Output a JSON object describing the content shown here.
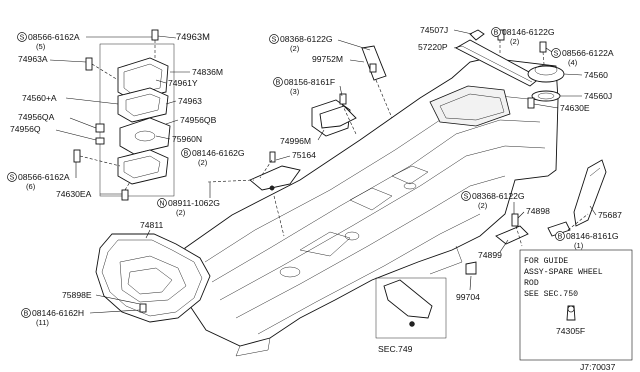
{
  "labels": {
    "p74963m": "74963M",
    "p08566_6162a_top": "08566-6162A",
    "p08566_6162a_top_qty": "(5)",
    "p74963a": "74963A",
    "p74836m": "74836M",
    "p74961y": "74961Y",
    "p74963": "74963",
    "p74560a": "74560+A",
    "p74956qa": "74956QA",
    "p74956q": "74956Q",
    "p74956qb": "74956QB",
    "p75960n": "75960N",
    "p08146_6162g_mid": "08146-6162G",
    "p08146_6162g_mid_qty": "(2)",
    "p08566_6162a_left": "08566-6162A",
    "p08566_6162a_left_qty": "(6)",
    "p74630ea": "74630EA",
    "p08911_1062g": "08911-1062G",
    "p08911_1062g_qty": "(2)",
    "p74811": "74811",
    "p75898e": "75898E",
    "p08146_6162h": "08146-6162H",
    "p08146_6162h_qty": "(11)",
    "p08368_6122g_top": "08368-6122G",
    "p08368_6122g_top_qty": "(2)",
    "p99752m": "99752M",
    "p08156_8161f": "08156-8161F",
    "p08156_8161f_qty": "(3)",
    "p74996m": "74996M",
    "p75164": "75164",
    "p74507j": "74507J",
    "p08146_6122g_top": "08146-6122G",
    "p08146_6122g_top_qty": "(2)",
    "p57220p": "57220P",
    "p08566_6122a": "08566-6122A",
    "p08566_6122a_qty": "(4)",
    "p74560": "74560",
    "p74560j": "74560J",
    "p74630e": "74630E",
    "p08368_6122g_right": "08368-6122G",
    "p08368_6122g_right_qty": "(2)",
    "p74898": "74898",
    "p75687": "75687",
    "p08146_8161g": "08146-8161G",
    "p08146_8161g_qty": "(1)",
    "p74899": "74899",
    "p99704": "99704",
    "sec749": "SEC.749",
    "p74305f": "74305F",
    "diagram_id": "J7:70037"
  },
  "symbols": {
    "screw": "S",
    "bolt": "B",
    "nut": "N"
  },
  "note": {
    "line1": "FOR GUIDE",
    "line2": "ASSY-SPARE WHEEL",
    "line3": "ROD",
    "line4": "SEE SEC.750"
  }
}
